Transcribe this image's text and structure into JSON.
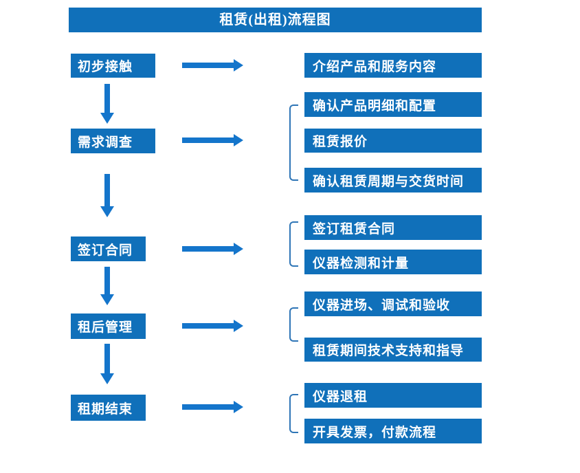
{
  "title": "租赁(出租)流程图",
  "colors": {
    "box_fill": "#1070BA",
    "arrow_fill": "#1475CB",
    "bracket_stroke": "#2E75B6",
    "text_color": "#FFFFFF",
    "background": "#FFFFFF"
  },
  "steps": [
    {
      "label": "初步接触",
      "details": [
        "介绍产品和服务内容"
      ]
    },
    {
      "label": "需求调查",
      "details": [
        "确认产品明细和配置",
        "租赁报价",
        "确认租赁周期与交货时间"
      ]
    },
    {
      "label": "签订合同",
      "details": [
        "签订租赁合同",
        "仪器检测和计量"
      ]
    },
    {
      "label": "租后管理",
      "details": [
        "仪器进场、调试和验收",
        "租赁期间技术支持和指导"
      ]
    },
    {
      "label": "租期结束",
      "details": [
        "仪器退租",
        "开具发票，付款流程"
      ]
    }
  ]
}
